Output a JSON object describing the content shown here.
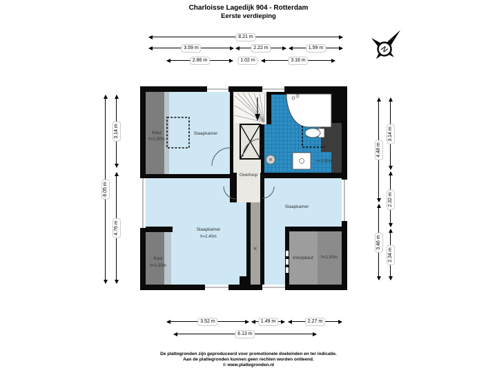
{
  "title": {
    "line1": "Charloisse Lagedijk 904 - Rotterdam",
    "line2": "Eerste verdieping"
  },
  "compass": {
    "north_label": "N"
  },
  "dimensions": {
    "top": [
      "8.21 m",
      "3.59 m",
      "2.22 m",
      "1.59 m",
      "2.86 m",
      "1.02 m",
      "3.16 m"
    ],
    "left": [
      "8.05 m",
      "3.14 m",
      "4.76 m"
    ],
    "right": [
      "4.48 m",
      "3.46 m",
      "3.14 m",
      "2.32 m",
      "2.34 m"
    ],
    "bottom": [
      "3.52 m",
      "1.49 m",
      "2.27 m",
      "6.13 m"
    ]
  },
  "rooms": {
    "closet_top_left": {
      "label": "Kast",
      "height": "h<1,50m"
    },
    "bedroom_top_left": {
      "label": "Slaapkamer"
    },
    "landing": {
      "label": "Overloop"
    },
    "bathroom": {
      "height": "h<1,50m"
    },
    "bedroom_bottom_left": {
      "label": "Slaapkamer",
      "height": "h=2,40m"
    },
    "closet_bottom_left": {
      "label": "Kast",
      "height": "h<1,50m"
    },
    "duct": {
      "label": "K"
    },
    "bedroom_right": {
      "label": "Slaapkamer"
    },
    "walk_in_closet": {
      "label": "Inloopkast",
      "height": "h<1,50m"
    }
  },
  "footer": {
    "line1": "De plattegronden zijn geproduceerd voor promotionele doeleinden en ter indicatie.",
    "line2": "Aan de plattegronden kunnen geen rechten worden ontleend.",
    "line3": "© www.plattegronden.nl"
  },
  "colors": {
    "wall": "#0a0a0a",
    "bedroom_floor": "#cfe7f4",
    "bathroom_tile": "#2e8fc4",
    "closet_gray": "#7d7d7d",
    "hall_floor": "#eae8e2",
    "low_height_dark": "#3c3c3c"
  }
}
